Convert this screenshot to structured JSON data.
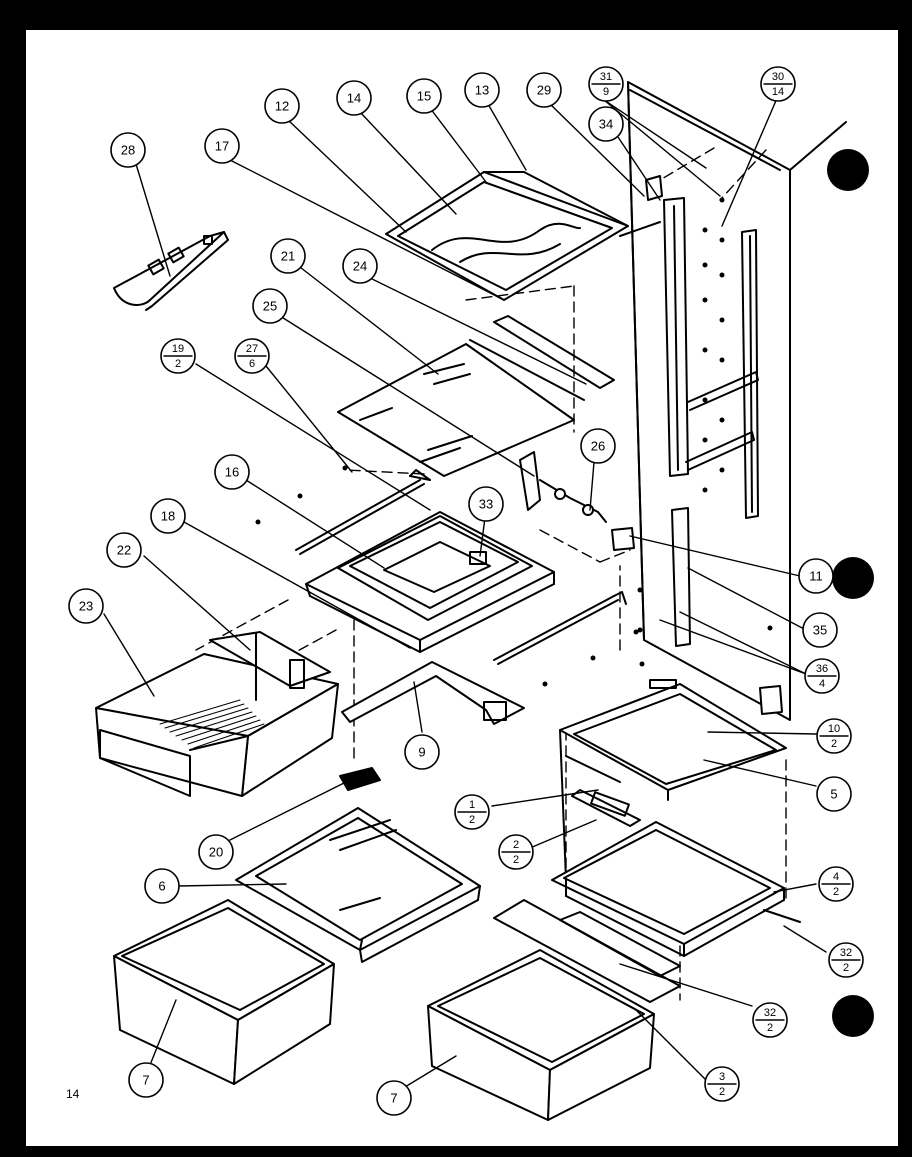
{
  "callouts": {
    "c28": "28",
    "c17": "17",
    "c12": "12",
    "c14": "14",
    "c15": "15",
    "c13": "13",
    "c29": "29",
    "c34": "34",
    "c21": "21",
    "c24": "24",
    "c25": "25",
    "c26": "26",
    "c16": "16",
    "c33": "33",
    "c18": "18",
    "c22": "22",
    "c23": "23",
    "c11": "11",
    "c35": "35",
    "c9": "9",
    "c5": "5",
    "c20": "20",
    "c6": "6",
    "c7a": "7",
    "c7b": "7"
  },
  "fractions": {
    "f31_9": {
      "top": "31",
      "bottom": "9"
    },
    "f30_14": {
      "top": "30",
      "bottom": "14"
    },
    "f19_2": {
      "top": "19",
      "bottom": "2"
    },
    "f27_6": {
      "top": "27",
      "bottom": "6"
    },
    "f36_4": {
      "top": "36",
      "bottom": "4"
    },
    "f10_2": {
      "top": "10",
      "bottom": "2"
    },
    "f1_2": {
      "top": "1",
      "bottom": "2"
    },
    "f2_2": {
      "top": "2",
      "bottom": "2"
    },
    "f4_2": {
      "top": "4",
      "bottom": "2"
    },
    "f32_2a": {
      "top": "32",
      "bottom": "2"
    },
    "f32_2b": {
      "top": "32",
      "bottom": "2"
    },
    "f3_2": {
      "top": "3",
      "bottom": "2"
    }
  },
  "page_number": "14",
  "colors": {
    "paper": "#ffffff",
    "ink": "#000000",
    "border": "#000000"
  }
}
